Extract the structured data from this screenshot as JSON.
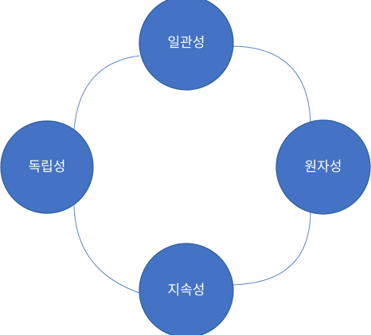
{
  "diagram": {
    "type": "cycle",
    "colors": {
      "node_fill": "#4472c4",
      "node_border": "#2f5f9a",
      "connector": "#5b86c8",
      "label": "#ffffff"
    },
    "nodes": [
      {
        "id": "top",
        "label": "일관성"
      },
      {
        "id": "right",
        "label": "원자성"
      },
      {
        "id": "bottom",
        "label": "지속성"
      },
      {
        "id": "left",
        "label": "독립성"
      }
    ]
  }
}
